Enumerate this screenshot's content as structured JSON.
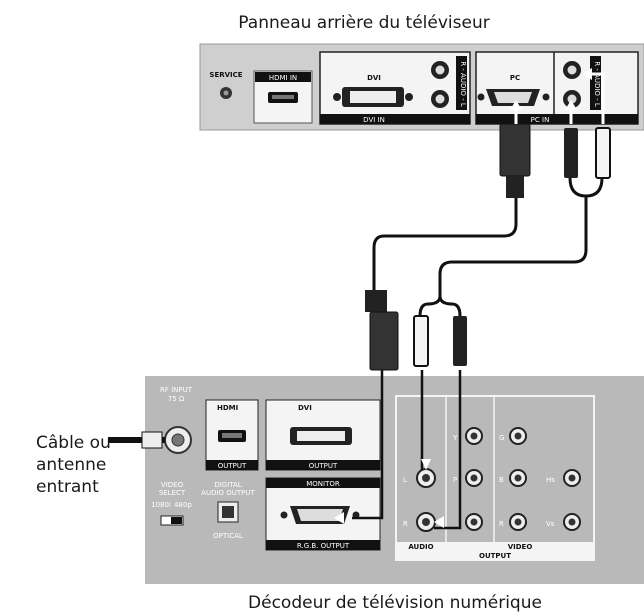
{
  "captions": {
    "tv_title": "Panneau arrière du téléviseur",
    "box_title": "Décodeur de télévision numérique",
    "cable_line1": "Câble ou",
    "cable_line2": "antenne",
    "cable_line3": "entrant"
  },
  "tv_panel": {
    "service": "SERVICE",
    "hdmi_in": "HDMI IN",
    "dvi": "DVI",
    "dvi_in": "DVI IN",
    "pc": "PC",
    "pc_in": "PC IN",
    "audio_left": "R - AUDIO - L",
    "audio_right": "R - AUDIO - L"
  },
  "stb_panel": {
    "rf_input": "RF INPUT",
    "rf_ohm": "75 Ω",
    "video_select": "VIDEO",
    "video_select2": "SELECT",
    "res_1080": "1080i",
    "res_480": "480p",
    "digital_audio": "DIGITAL",
    "digital_audio2": "AUDIO OUTPUT",
    "optical": "OPTICAL",
    "hdmi": "HDMI",
    "hdmi_output": "OUTPUT",
    "dvi": "DVI",
    "dvi_output": "OUTPUT",
    "monitor": "MONITOR",
    "rgb_output": "R.G.B. OUTPUT",
    "audio": "AUDIO",
    "video": "VIDEO",
    "output": "OUTPUT",
    "l": "L",
    "r": "R",
    "y": "Y",
    "pb": "P",
    "pr": "P",
    "g": "G",
    "b": "B",
    "hs": "Hs",
    "vs": "Vs"
  },
  "colors": {
    "panel": "#b9b9b9",
    "tv_panel": "#cfcfcf",
    "cable": "#111111"
  }
}
